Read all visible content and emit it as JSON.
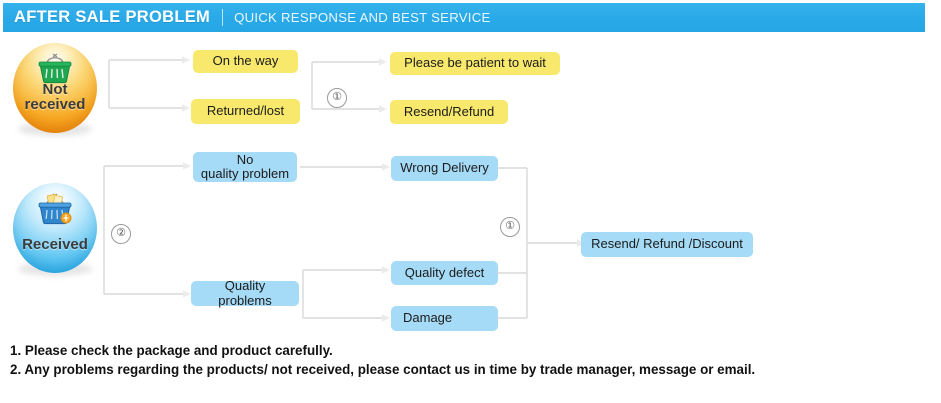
{
  "header": {
    "title": "AFTER SALE PROBLEM",
    "divider": "|",
    "subtitle": "QUICK RESPONSE AND BEST SERVICE",
    "background_color": "#2badeb",
    "text_color": "#ffffff"
  },
  "colors": {
    "yellow_node": "#f8e96c",
    "blue_node": "#a5dbf6",
    "connector_line": "#d9d9d9",
    "orange_sphere": "#f7a925",
    "blue_sphere": "#33b0ea"
  },
  "spheres": [
    {
      "id": "not-received",
      "label": "Not\nreceived",
      "icon": "shopping-basket-icon",
      "icon_color": "#1a9e4b",
      "sphere_color": "#f7a925"
    },
    {
      "id": "received",
      "label": "Received",
      "icon": "shopping-basket-icon",
      "icon_color": "#2e7bc4",
      "sphere_color": "#33b0ea"
    }
  ],
  "flow": {
    "branch_not_received": {
      "stage1": [
        {
          "id": "on-the-way",
          "label": "On the way",
          "style": "yellow"
        },
        {
          "id": "returned-lost",
          "label": "Returned/lost",
          "style": "yellow"
        }
      ],
      "marker": "①",
      "stage2": [
        {
          "id": "please-be-patient",
          "label": "Please be patient to wait",
          "style": "yellow"
        },
        {
          "id": "resend-refund",
          "label": "Resend/Refund",
          "style": "yellow"
        }
      ]
    },
    "branch_received": {
      "marker": "②",
      "stage1": [
        {
          "id": "no-quality-problem",
          "label": "No\nquality problem",
          "style": "blue"
        },
        {
          "id": "quality-problems",
          "label": "Quality problems",
          "style": "blue"
        }
      ],
      "stage2": [
        {
          "id": "wrong-delivery",
          "label": "Wrong Delivery",
          "style": "blue"
        },
        {
          "id": "quality-defect",
          "label": "Quality defect",
          "style": "blue"
        },
        {
          "id": "damage",
          "label": "Damage",
          "style": "blue"
        }
      ],
      "merge_marker": "①",
      "stage3": [
        {
          "id": "resend-refund-discount",
          "label": "Resend/ Refund /Discount",
          "style": "blue"
        }
      ]
    }
  },
  "notes": {
    "line1": "1. Please check the package and product carefully.",
    "line2": "2. Any problems regarding the products/ not received, please contact us in time by trade manager, message or email."
  }
}
